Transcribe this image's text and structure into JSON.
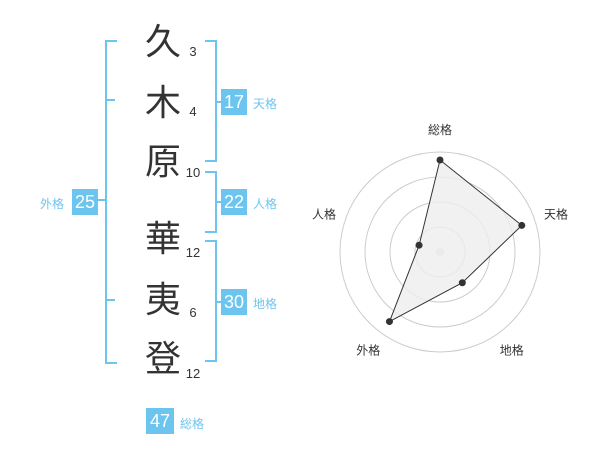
{
  "name_chars": [
    {
      "char": "久",
      "strokes": "3"
    },
    {
      "char": "木",
      "strokes": "4"
    },
    {
      "char": "原",
      "strokes": "10"
    },
    {
      "char": "華",
      "strokes": "12"
    },
    {
      "char": "夷",
      "strokes": "6"
    },
    {
      "char": "登",
      "strokes": "12"
    }
  ],
  "fortunes": {
    "tenkaku": {
      "value": "17",
      "label": "天格"
    },
    "jinkaku": {
      "value": "22",
      "label": "人格"
    },
    "chikaku": {
      "value": "30",
      "label": "地格"
    },
    "gaikaku": {
      "value": "25",
      "label": "外格"
    },
    "soukaku": {
      "value": "47",
      "label": "総格"
    }
  },
  "radar": {
    "labels": [
      "総格",
      "天格",
      "地格",
      "外格",
      "人格"
    ],
    "values": [
      0.92,
      0.86,
      0.38,
      0.86,
      0.22
    ],
    "accent": "#6cc5ef",
    "fill": "#eeeeee"
  }
}
